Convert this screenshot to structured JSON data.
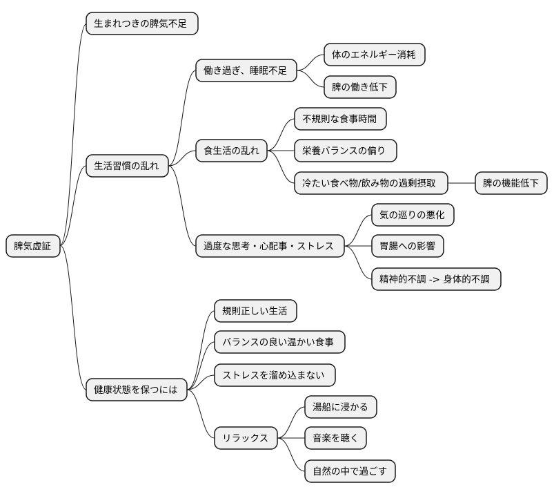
{
  "mindmap": {
    "root": {
      "label": "脾気虚証",
      "children": [
        {
          "label": "生まれつきの脾気不足"
        },
        {
          "label": "生活習慣の乱れ",
          "children": [
            {
              "label": "働き過ぎ、睡眠不足",
              "children": [
                {
                  "label": "体のエネルギー消耗"
                },
                {
                  "label": "脾の働き低下"
                }
              ]
            },
            {
              "label": "食生活の乱れ",
              "children": [
                {
                  "label": "不規則な食事時間"
                },
                {
                  "label": "栄養バランスの偏り"
                },
                {
                  "label": "冷たい食べ物/飲み物の過剰摂取",
                  "children": [
                    {
                      "label": "脾の機能低下"
                    }
                  ]
                }
              ]
            },
            {
              "label": "過度な思考・心配事・ストレス",
              "children": [
                {
                  "label": "気の巡りの悪化"
                },
                {
                  "label": "胃腸への影響"
                },
                {
                  "label": "精神的不調 -> 身体的不調"
                }
              ]
            }
          ]
        },
        {
          "label": "健康状態を保つには",
          "children": [
            {
              "label": "規則正しい生活"
            },
            {
              "label": "バランスの良い温かい食事"
            },
            {
              "label": "ストレスを溜め込まない"
            },
            {
              "label": "リラックス",
              "children": [
                {
                  "label": "湯船に浸かる"
                },
                {
                  "label": "音楽を聴く"
                },
                {
                  "label": "自然の中で過ごす"
                }
              ]
            }
          ]
        }
      ]
    }
  }
}
